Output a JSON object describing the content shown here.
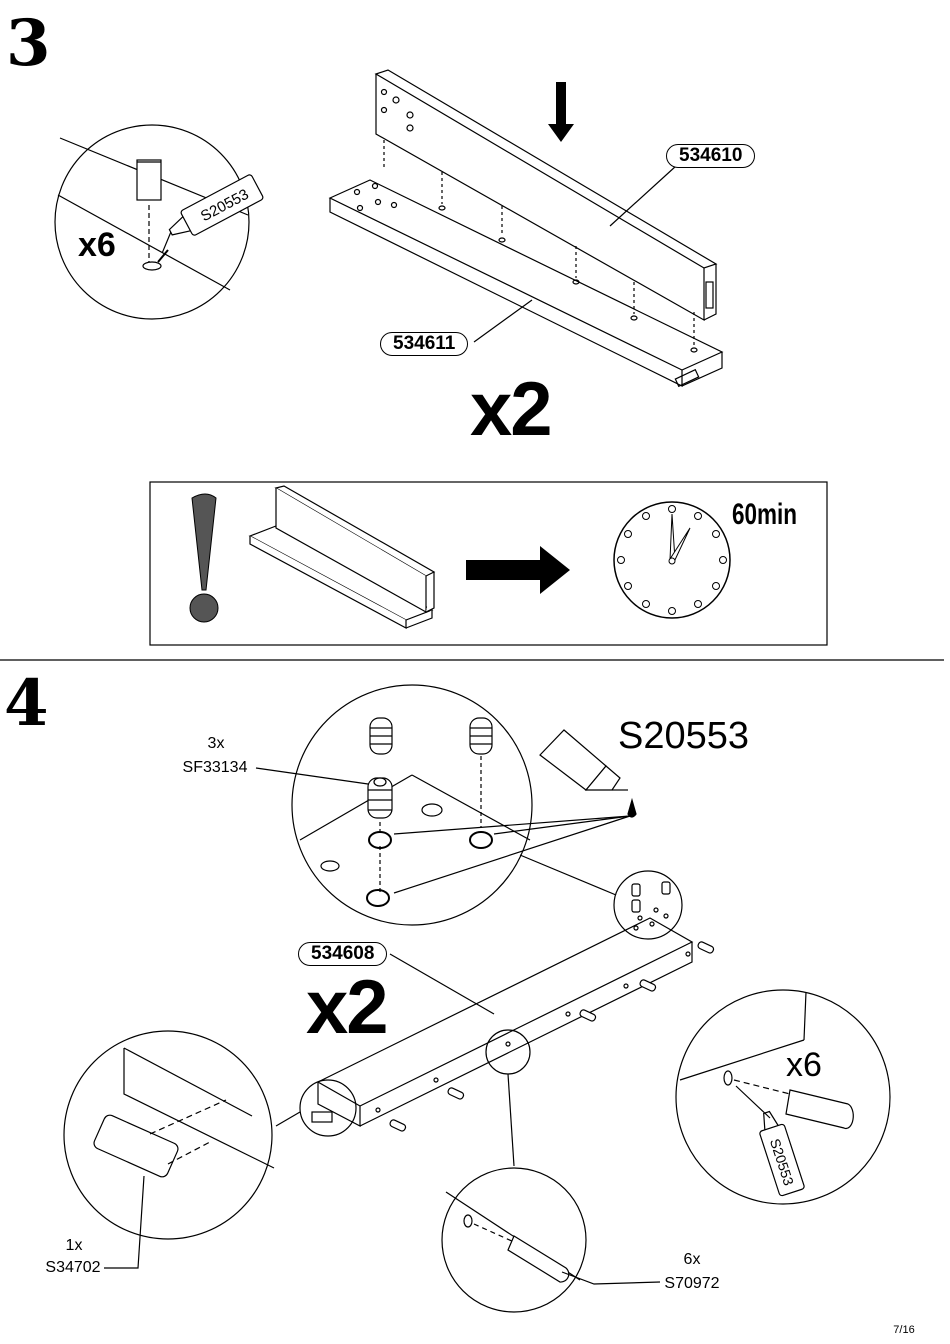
{
  "step3": {
    "number": "3",
    "detail_multiplier": "x6",
    "glue_tube_label": "S20553",
    "part_back": "534610",
    "part_bottom": "534611",
    "quantity": "x2",
    "notice": {
      "wait_time": "60min"
    }
  },
  "step4": {
    "number": "4",
    "insert_qty": "3x",
    "insert_code": "SF33134",
    "glue_code": "S20553",
    "part_rail": "534608",
    "quantity": "x2",
    "cap_qty": "1x",
    "cap_code": "S34702",
    "dowel_qty": "6x",
    "dowel_code": "S70972",
    "detail_multiplier": "x6",
    "glue_tube_label": "S20553"
  },
  "page_number": "7/16"
}
